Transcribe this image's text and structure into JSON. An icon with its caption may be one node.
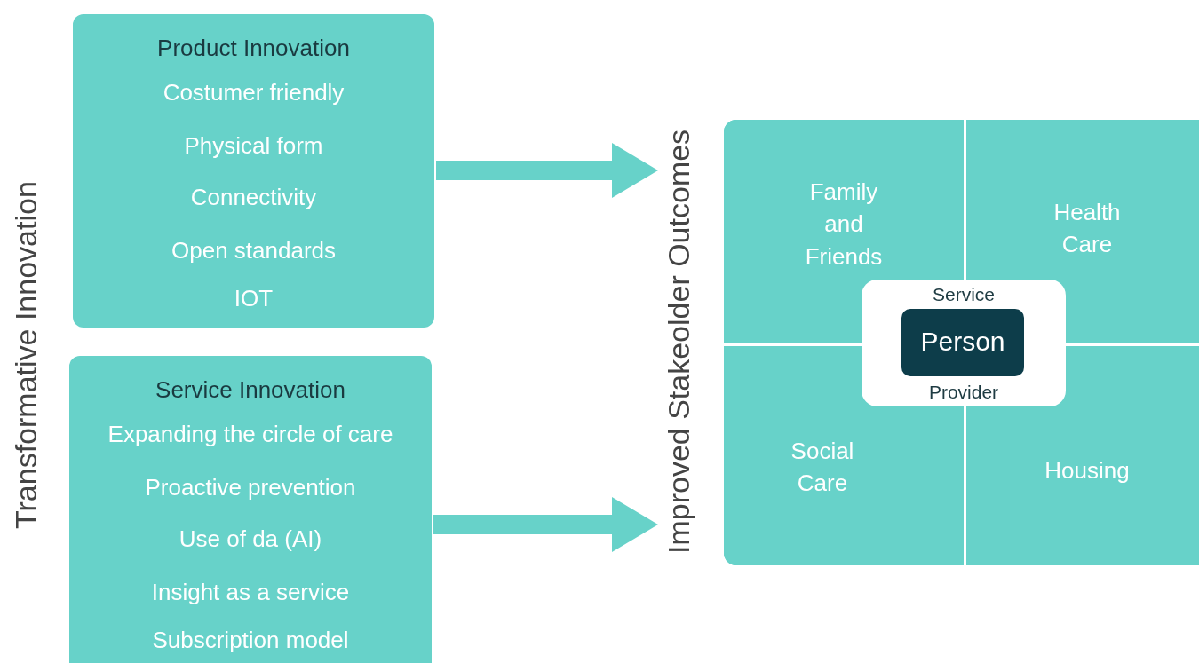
{
  "diagram": {
    "nodes": [
      {
        "text": [
          "Product Innovation",
          "Costumer friendly",
          "Physical form",
          "Connectivity",
          "Open standards",
          "IOT"
        ]
      },
      {
        "text": [
          "Service Innovation",
          "Expanding the circle of care",
          "Proactive prevention",
          "Use of da (AI)",
          "Insight as a service",
          "Subscription model"
        ]
      },
      {
        "text": [
          "Improved Stakeolder Outcomes"
        ]
      },
      {
        "text": [
          "Family and Friends"
        ]
      },
      {
        "text": [
          "Health Care"
        ]
      },
      {
        "text": [
          "Social Care"
        ]
      },
      {
        "text": [
          "Housing"
        ]
      },
      {
        "text": [
          "Service",
          "Provider"
        ]
      },
      {
        "text": [
          "Person"
        ],
        "in": 7
      }
    ],
    "edges": [
      {
        "from": 0,
        "to": 2,
        "arrow": "to"
      },
      {
        "from": 1,
        "to": 2,
        "arrow": "to"
      }
    ],
    "labels": [
      "Transformative Innovation"
    ]
  }
}
